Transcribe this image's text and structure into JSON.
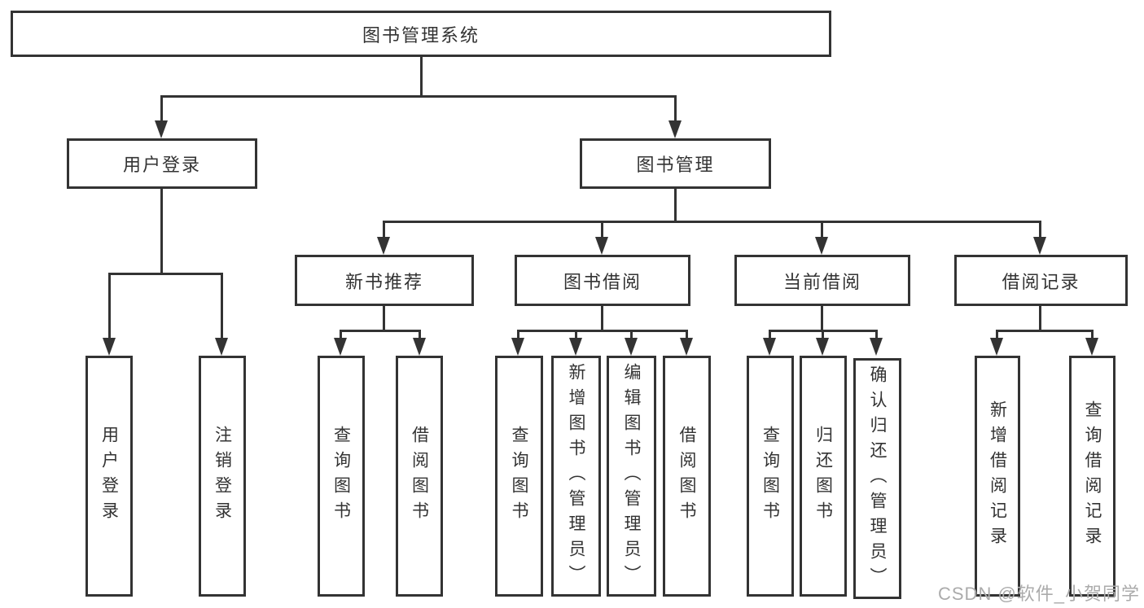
{
  "diagram": {
    "tree": {
      "root": {
        "label": "图书管理系统",
        "children": [
          {
            "label": "用户登录",
            "children": [
              {
                "label": "用户登录"
              },
              {
                "label": "注销登录"
              }
            ]
          },
          {
            "label": "图书管理",
            "children": [
              {
                "label": "新书推荐",
                "children": [
                  {
                    "label": "查询图书"
                  },
                  {
                    "label": "借阅图书"
                  }
                ]
              },
              {
                "label": "图书借阅",
                "children": [
                  {
                    "label": "查询图书"
                  },
                  {
                    "label": "新增图书（管理员）"
                  },
                  {
                    "label": "编辑图书（管理员）"
                  },
                  {
                    "label": "借阅图书"
                  }
                ]
              },
              {
                "label": "当前借阅",
                "children": [
                  {
                    "label": "查询图书"
                  },
                  {
                    "label": "归还图书"
                  },
                  {
                    "label": "确认归还（管理员）"
                  }
                ]
              },
              {
                "label": "借阅记录",
                "children": [
                  {
                    "label": "新增借阅记录"
                  },
                  {
                    "label": "查询借阅记录"
                  }
                ]
              }
            ]
          }
        ]
      }
    },
    "colors": {
      "line": "#333333",
      "text": "#333333",
      "background": "#ffffff",
      "watermark": "#ababab"
    }
  },
  "watermark": "CSDN @软件_小贺同学"
}
